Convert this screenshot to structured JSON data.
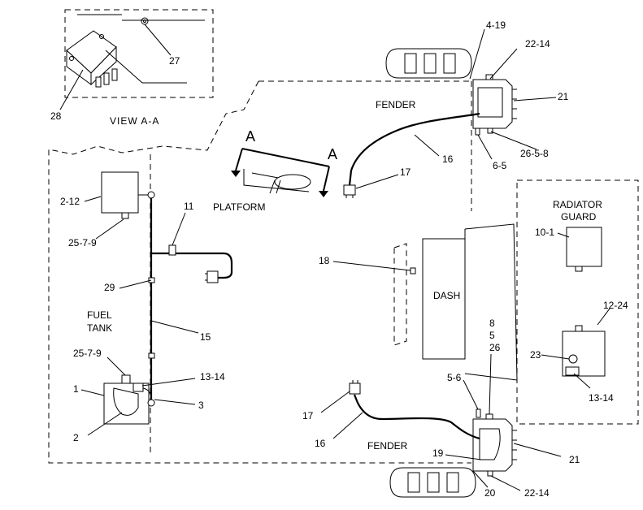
{
  "areas": {
    "view_aa": "VIEW A-A",
    "fender_top": "FENDER",
    "fender_bottom": "FENDER",
    "platform": "PLATFORM",
    "dash": "DASH",
    "fuel_tank_1": "FUEL",
    "fuel_tank_2": "TANK",
    "radiator_1": "RADIATOR",
    "radiator_2": "GUARD",
    "section_a_left": "A",
    "section_a_right": "A"
  },
  "callouts": {
    "c27": "27",
    "c28": "28",
    "c4_19": "4-19",
    "c22_14_top": "22-14",
    "c21_top": "21",
    "c16_top": "16",
    "c26_5_8": "26-5-8",
    "c6_5": "6-5",
    "c17_top": "17",
    "c2_12": "2-12",
    "c25_7_9_top": "25-7-9",
    "c11": "11",
    "c29": "29",
    "c15": "15",
    "c25_7_9_low": "25-7-9",
    "c13_14_left": "13-14",
    "c1": "1",
    "c3": "3",
    "c2": "2",
    "c18": "18",
    "c10_1": "10-1",
    "c12_24": "12-24",
    "c23": "23",
    "c13_14_right": "13-14",
    "c8": "8",
    "c5": "5",
    "c26": "26",
    "c5_6": "5-6",
    "c17_bottom": "17",
    "c16_bottom": "16",
    "c19": "19",
    "c21_bottom": "21",
    "c20": "20",
    "c22_14_bottom": "22-14"
  }
}
